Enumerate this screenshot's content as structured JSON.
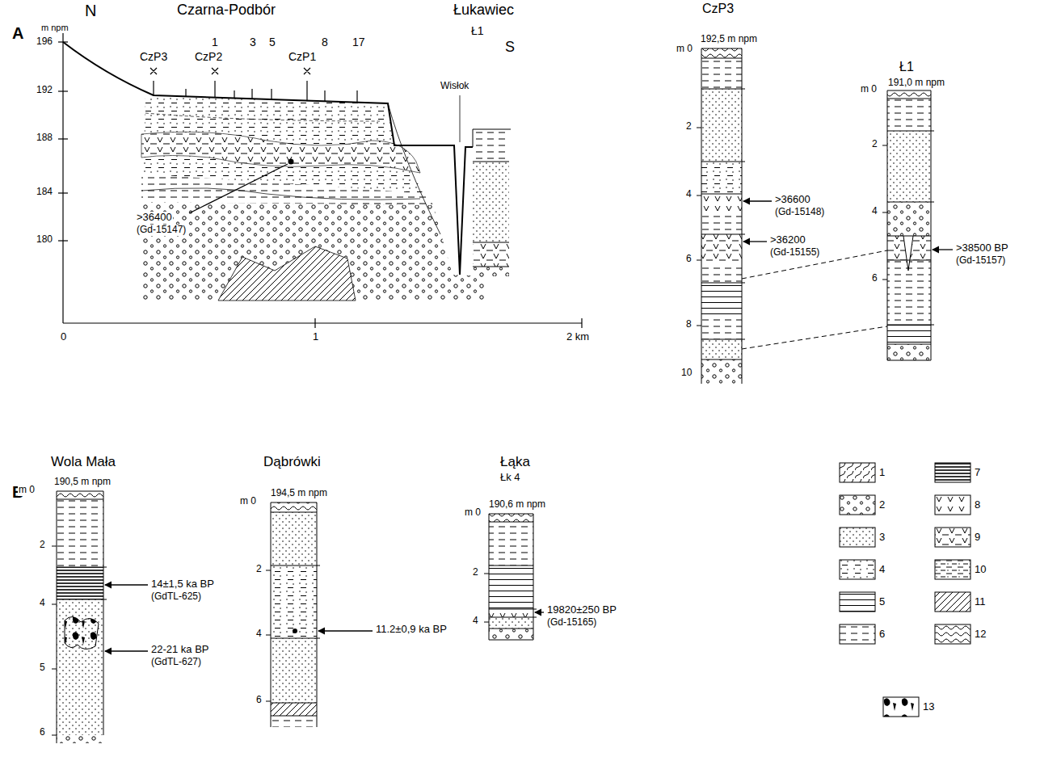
{
  "diagram": {
    "labels": [
      "A",
      "N",
      "Czarna-Podbór",
      "Łukawiec",
      "m npm",
      "196",
      "192",
      "188",
      "184",
      "180",
      "CzP3",
      "CzP2",
      "CzP1",
      "1",
      "3",
      "5",
      "8",
      "17",
      "Ł1",
      "S",
      "Wisłok",
      ">36400",
      "(Gd-15147)",
      "0",
      "1",
      "2 km",
      "CzP3",
      "m 0",
      "192,5 m npm",
      "2",
      "4",
      "6",
      "8",
      "10",
      ">36600",
      "(Gd-15148)",
      ">36200",
      "(Gd-15155)",
      "Ł1",
      "m 0",
      "191,0 m npm",
      "2",
      "4",
      "6",
      ">38500 BP",
      "(Gd-15157)",
      "B",
      "Wola Mała",
      "m 0",
      "190,5 m npm",
      "2",
      "4",
      "5",
      "6",
      "14±1,5 ka BP",
      "(GdTL-625)",
      "22-21 ka BP",
      "(GdTL-627)",
      "Dąbrówki",
      "m 0",
      "194,5 m npm",
      "2",
      "4",
      "6",
      "11.2±0,9 ka BP",
      "Łąka",
      "Łk 4",
      "m 0",
      "190,6 m npm",
      "2",
      "4",
      "19820±250 BP",
      "(Gd-15165)"
    ],
    "legend": [
      {
        "text": "1"
      },
      {
        "text": "2"
      },
      {
        "text": "3"
      },
      {
        "text": "4"
      },
      {
        "text": "5"
      },
      {
        "text": "6"
      },
      {
        "text": "7"
      },
      {
        "text": "8"
      },
      {
        "text": "9"
      },
      {
        "text": "10"
      },
      {
        "text": "11"
      },
      {
        "text": "12"
      },
      {
        "text": "13"
      }
    ]
  }
}
